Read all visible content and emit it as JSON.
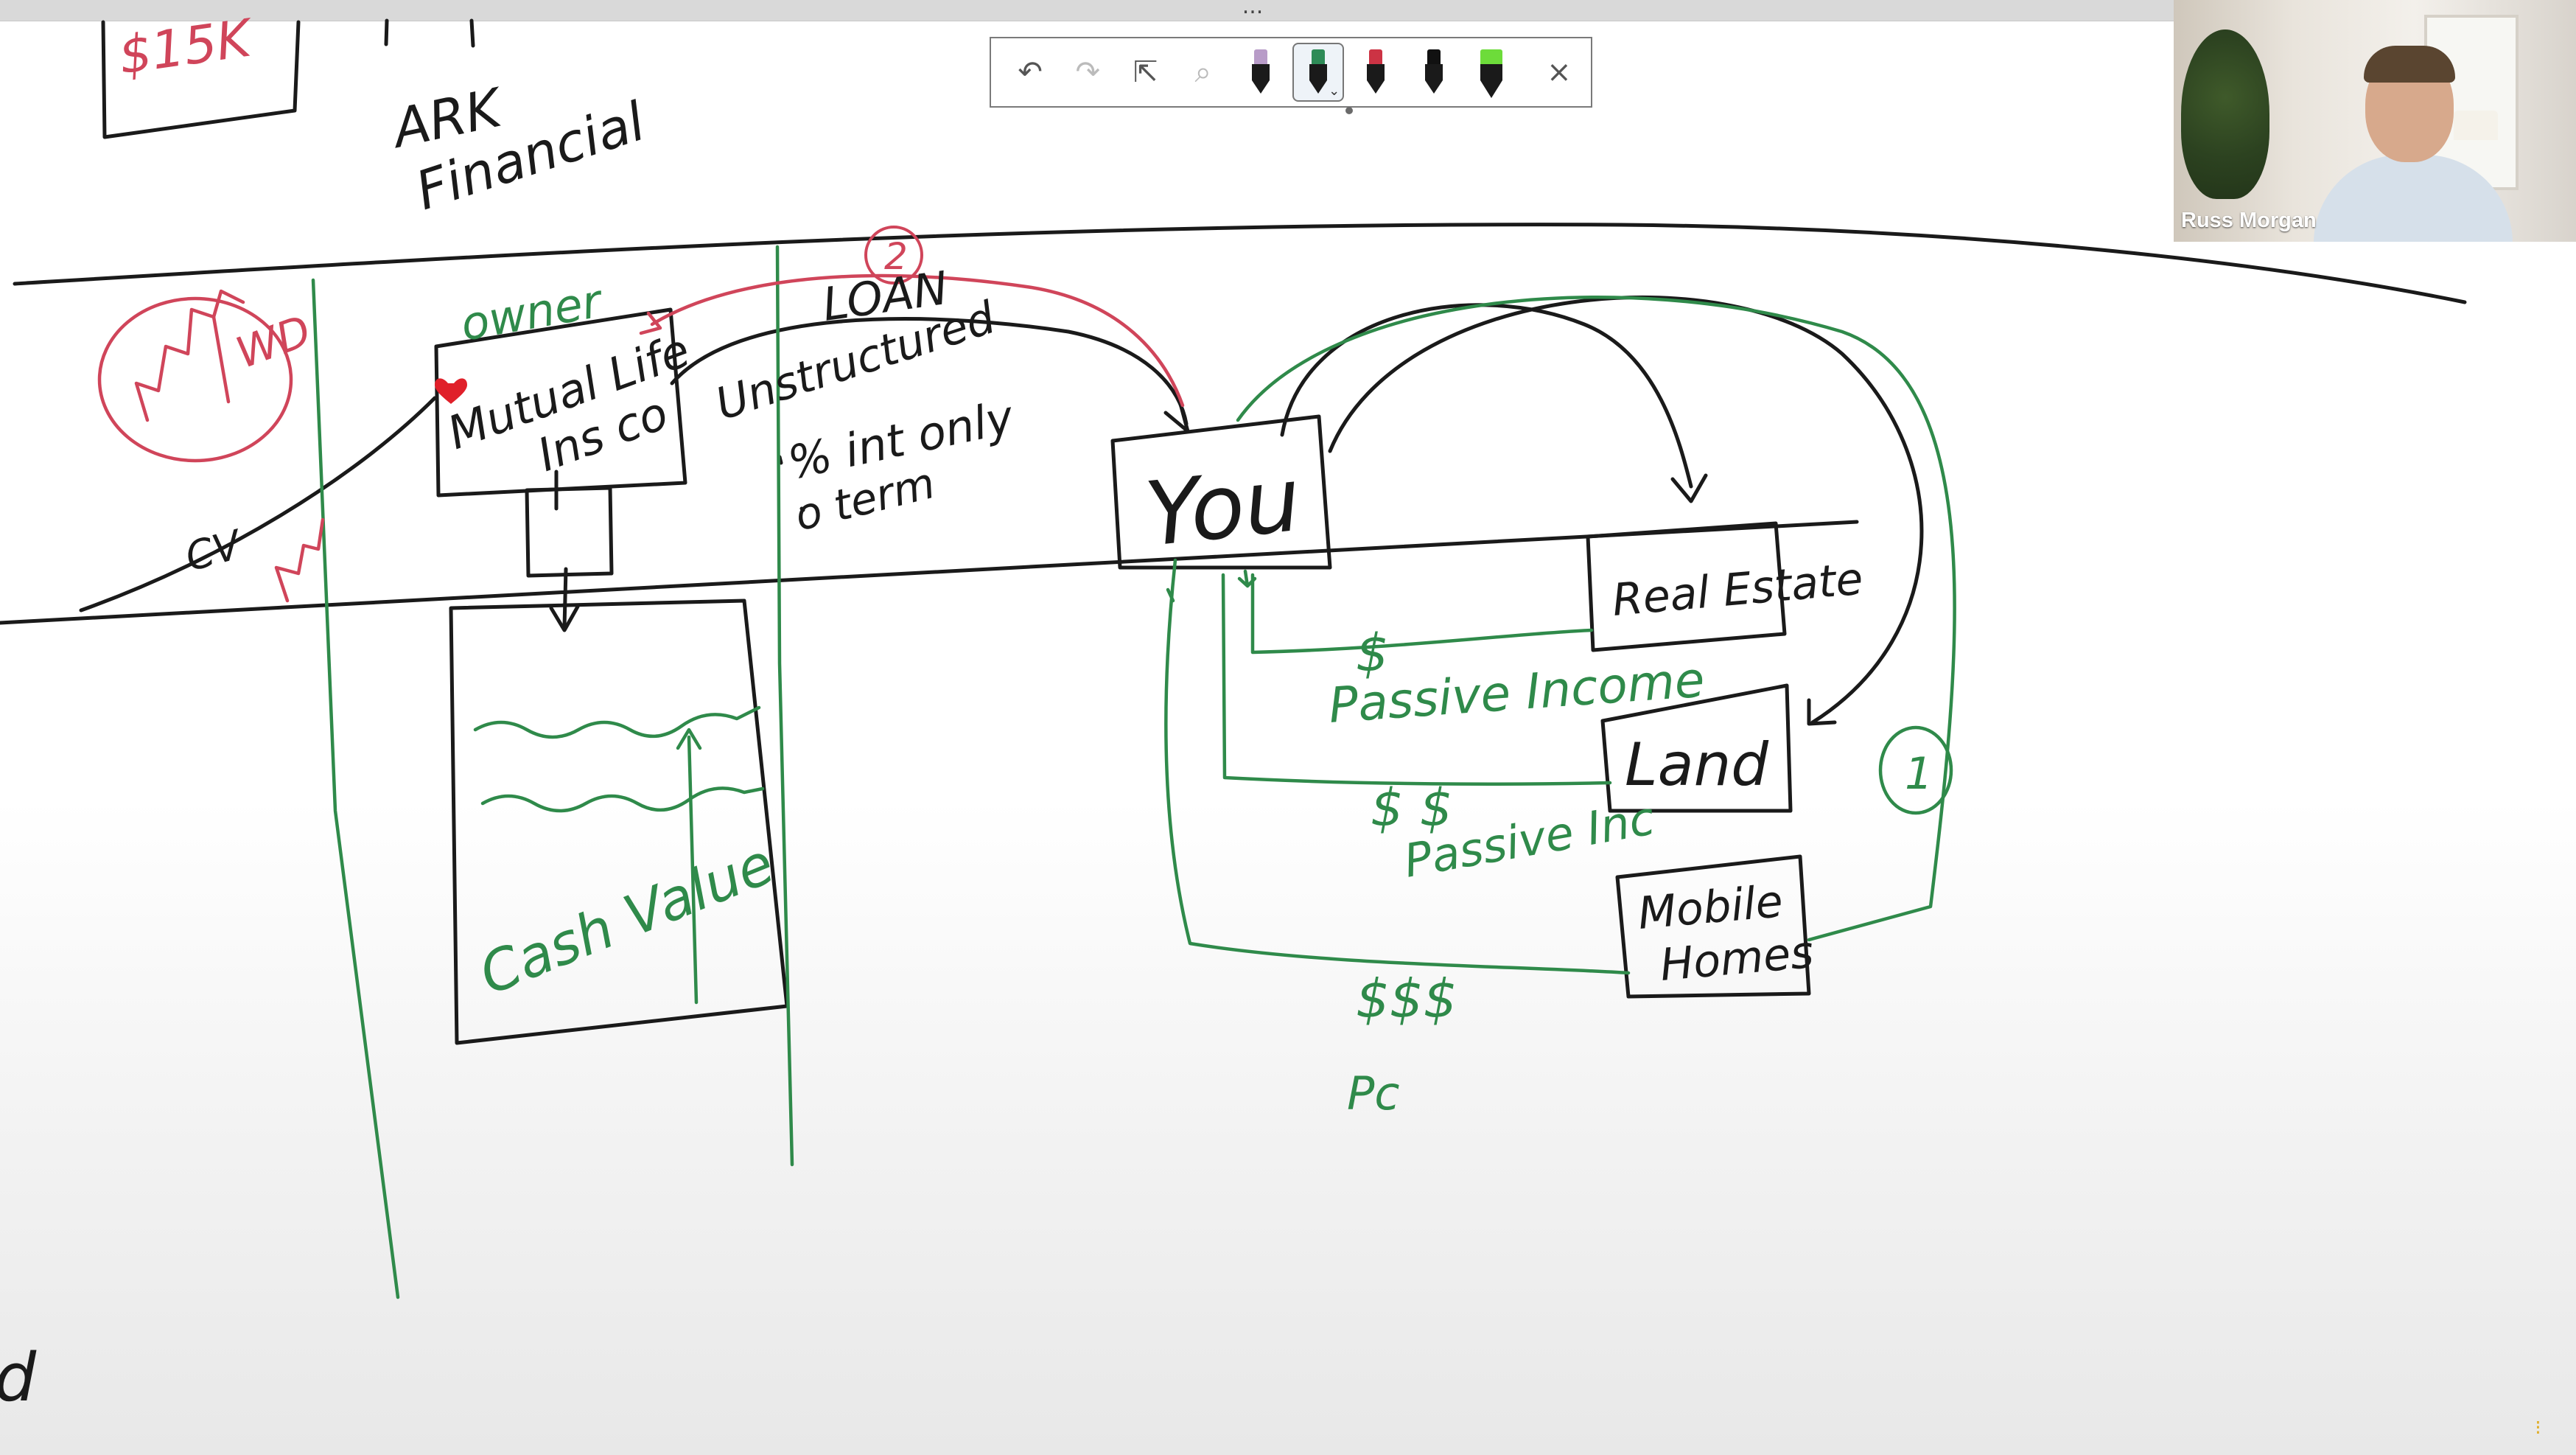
{
  "topbar": {
    "more_label": "..."
  },
  "toolbar": {
    "undo_icon": "↶",
    "redo_icon": "↷",
    "select_icon": "⇱",
    "lasso_icon": "⌕",
    "close_icon": "×",
    "pens": [
      {
        "name": "pen-purple",
        "color": "#b89cc8"
      },
      {
        "name": "pen-green",
        "color": "#2e8b57"
      },
      {
        "name": "pen-red",
        "color": "#cc3344"
      },
      {
        "name": "pen-black",
        "color": "#111111"
      },
      {
        "name": "highlighter-green",
        "color": "#6ddc3a"
      }
    ]
  },
  "video": {
    "participant_name": "Russ Morgan"
  },
  "whiteboard": {
    "ink_colors": {
      "black": "#1a1a1a",
      "green": "#2f8a4a",
      "red": "#d0455a"
    },
    "labels": {
      "amount": "$15K",
      "company": "ARK\nFinancial",
      "owner": "owner",
      "mutual_life": "Mutual Life\nIns co",
      "loan_num": "2",
      "loan": "LOAN",
      "unstructured": "Unstructured",
      "interest_only": "% int only",
      "term": "term",
      "wd": "WD",
      "cv": "CV",
      "you": "You",
      "real_estate": "Real Estate",
      "land": "Land",
      "mobile_homes": "Mobile\nHomes",
      "passive_income": "Passive Income",
      "passive_inc": "Passive Inc",
      "dollars_one": "$",
      "dollars_two": "$ $",
      "dollars_three": "$$$",
      "circle_one": "1",
      "cash_value": "Cash Value",
      "pc": "Pc",
      "edge_mark": "d"
    }
  }
}
